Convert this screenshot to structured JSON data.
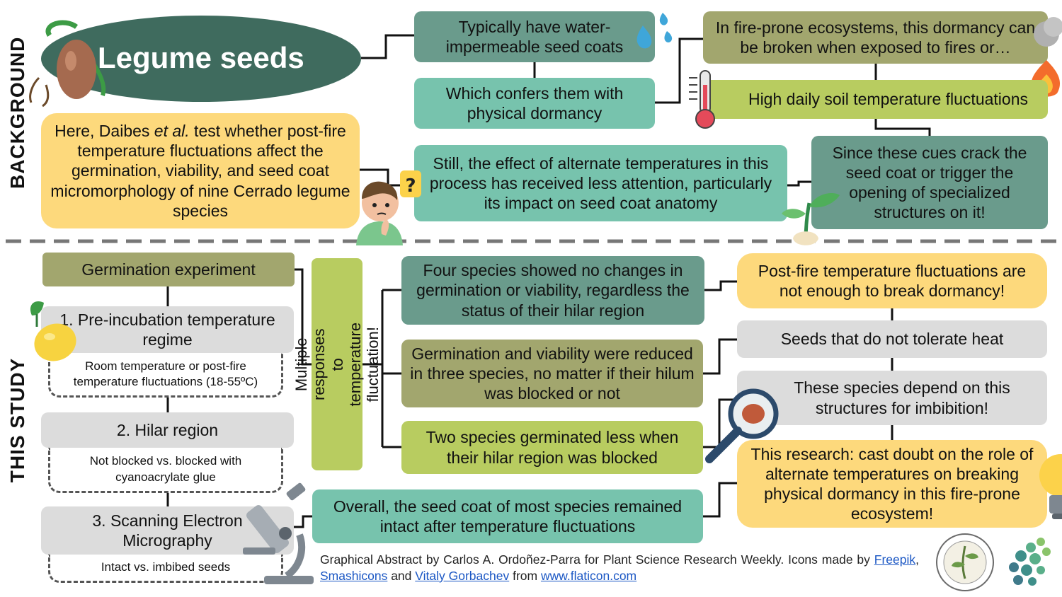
{
  "section_labels": {
    "background": "BACKGROUND",
    "this_study": "THIS STUDY"
  },
  "title": "Legume seeds",
  "background": {
    "impermeable": "Typically have water-impermeable seed coats",
    "dormancy": "Which confers them with physical dormancy",
    "fire": "In fire-prone ecosystems, this dormancy can be broken when exposed to fires or…",
    "soil": "High daily soil temperature fluctuations",
    "still": "Still, the effect of alternate temperatures in this process has received less attention, particularly its impact on seed coat anatomy",
    "since": "Since these cues crack the seed coat or trigger the opening of specialized structures on it!",
    "here_pre": "Here, Daibes ",
    "here_em": "et al.",
    "here_post": " test whether post-fire temperature fluctuations affect the germination, viability, and seed coat micromorphology of nine Cerrado legume species"
  },
  "study": {
    "germination": "Germination experiment",
    "step1": "1. Pre-incubation temperature regime",
    "step1_detail": "Room temperature or post-fire temperature fluctuations (18-55ºC)",
    "step2": "2. Hilar region",
    "step2_detail": "Not blocked vs. blocked with cyanoacrylate glue",
    "step3": "3. Scanning Electron Micrography",
    "step3_detail": "Intact vs. imbibed seeds",
    "multiple": "Multiple responses to temperature fluctuation!",
    "four": "Four species showed no changes in germination or viability, regardless the status of their hilar region",
    "three": "Germination and viability were reduced in three species, no matter if their hilum was blocked or not",
    "two": "Two species germinated less when their hilar region was blocked",
    "overall": "Overall, the seed coat of most species remained intact after temperature fluctuations",
    "postfire": "Post-fire temperature fluctuations are not enough to break dormancy!",
    "heat": "Seeds that do not tolerate heat",
    "depend": "These species depend on this structures for imbibition!",
    "research": "This research: cast doubt on the role of alternate temperatures on breaking physical dormancy in this fire-prone ecosystem!"
  },
  "credit": {
    "text1": "Graphical Abstract by Carlos A. Ordoñez-Parra for Plant Science Research Weekly. Icons made by ",
    "link1": "Freepik",
    "sep1": ", ",
    "link2": "Smashicons",
    "sep2": " and ",
    "link3": "Vitaly Gorbachev",
    "text2": " from ",
    "link4": "www.flaticon.com"
  },
  "colors": {
    "teal": "#6a9b8c",
    "mint": "#77c3ad",
    "olive": "#a2a66e",
    "lime": "#b8cc60",
    "yellow": "#fdd97c",
    "gray": "#dcdcdc",
    "title_ellipse": "#3f6b5e"
  }
}
